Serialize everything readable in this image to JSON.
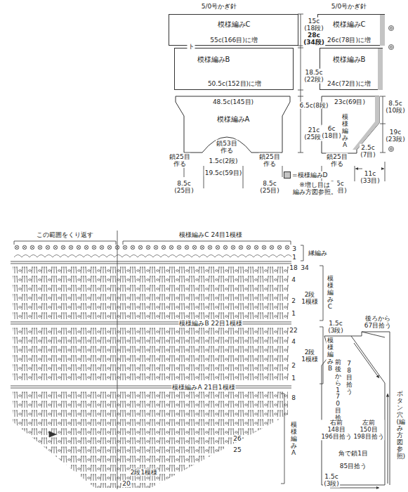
{
  "diagram": {
    "nodes": [
      {
        "text": [
          "模様編みC",
          "55c(166目)に増"
        ]
      },
      {
        "text": [
          "模様編みB",
          "50.5c(152目)に増"
        ]
      },
      {
        "text": [
          "48.5c(145目)",
          "模様編みA",
          "鎖53目 作る"
        ]
      },
      {
        "text": [
          "模様編みC",
          "26c(78目)に増"
        ]
      },
      {
        "text": [
          "模様編みB",
          "24c(72目)に増"
        ]
      },
      {
        "text": [
          "23c(69目)",
          "模様編みA"
        ]
      }
    ],
    "labels": [
      "5/0号かぎ針",
      "5/0号かぎ針",
      "ト",
      "15c (18段)",
      "28c (34段)",
      "18.5c (22段)",
      "6.5c(8段)",
      "21c (25段)",
      "1.5c(2段)",
      "鎖25目 作る",
      "鎖25目 作る",
      "19.5c(59目)",
      "8.5c (25目)",
      "8.5c (25目)",
      "6c (18目)",
      "2.5c (7目)",
      "8.5c (10段)",
      "19c (23段)",
      "鎖25目 作る",
      "8.5c (25目)",
      "11c (33目)",
      "※増し目は 編み方図参照。",
      "この範囲をくり返す",
      "模様編みC 24目1模様",
      "3",
      "1",
      "縁編み",
      "18",
      "34",
      "4",
      "2段 1模様",
      "2",
      "1",
      "模様編みC",
      "模様編みB 22目1模様",
      "22",
      "4",
      "2段 1模様",
      "2",
      "1",
      "模様編みB",
      "模様編みA 21目1模様",
      "8",
      "26",
      "25",
      "模様編みA",
      "2段1模様",
      "20",
      "1.5c (3段)",
      "後ろから 67目拾う",
      "前後から170目拾う",
      "78目拾う",
      "右前 148目 196目拾う",
      "左前 150目 198目拾う",
      "ボタン穴(編み方図参照)",
      "角で鎖1目",
      "85目拾う",
      "1.5c (3段)"
    ],
    "legend": [
      {
        "text": "=模様編みD",
        "color": "#c4c4c4"
      }
    ]
  }
}
